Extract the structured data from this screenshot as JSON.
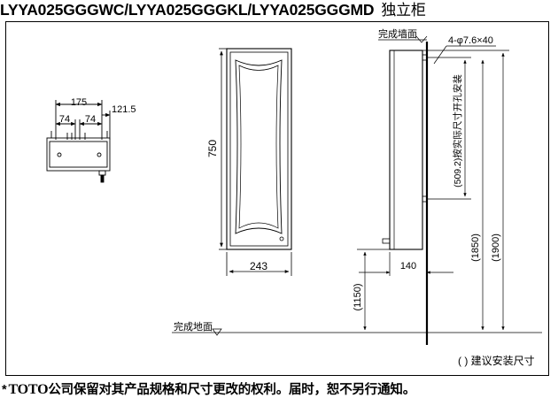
{
  "title": "LYYA025GGGWC/LYYA025GGGKL/LYYA025GGGMD",
  "title_suffix": "独立柜",
  "labels": {
    "wall_finish": "完成墙面",
    "floor_finish": "完成地面",
    "screw": "4-φ7.6×40",
    "dim_175": "175",
    "dim_74a": "74",
    "dim_74b": "74",
    "dim_121_5": "121.5",
    "dim_750": "750",
    "dim_243": "243",
    "dim_140": "140",
    "dim_509_2": "(509.2)按实际尺寸开孔安装",
    "dim_1850": "(1850)",
    "dim_1900": "(1900)",
    "dim_1150": "(1150)"
  },
  "legend": "( ) 建议安装尺寸",
  "note": {
    "star": "*",
    "brand": "TOTO",
    "text": "公司保留对其产品规格和尺寸更改的权利。届时，恕不另行通知。"
  }
}
